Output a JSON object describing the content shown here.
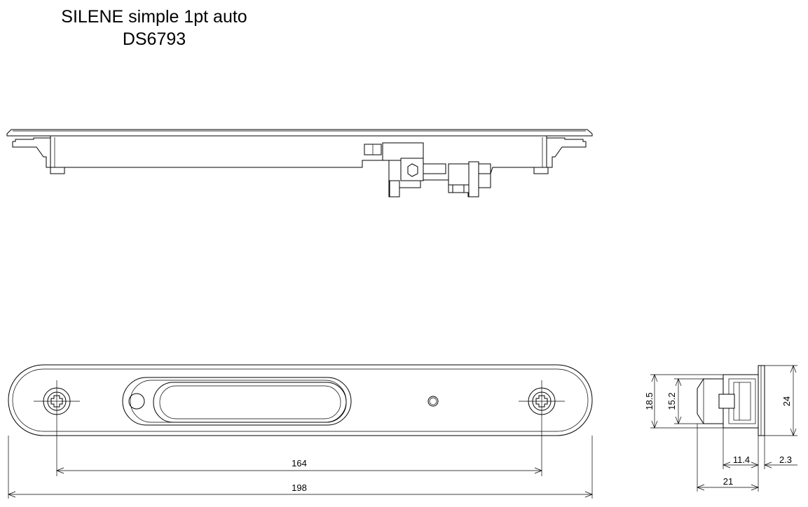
{
  "title": {
    "line1": "SILENE simple 1pt auto",
    "line2": "DS6793"
  },
  "dimensions": {
    "hole_spacing": "164",
    "overall_length": "198",
    "outer_height": "18.5",
    "inner_height": "15.2",
    "plate_height": "24",
    "body_depth": "11.4",
    "plate_thickness": "2.3",
    "total_depth": "21"
  }
}
